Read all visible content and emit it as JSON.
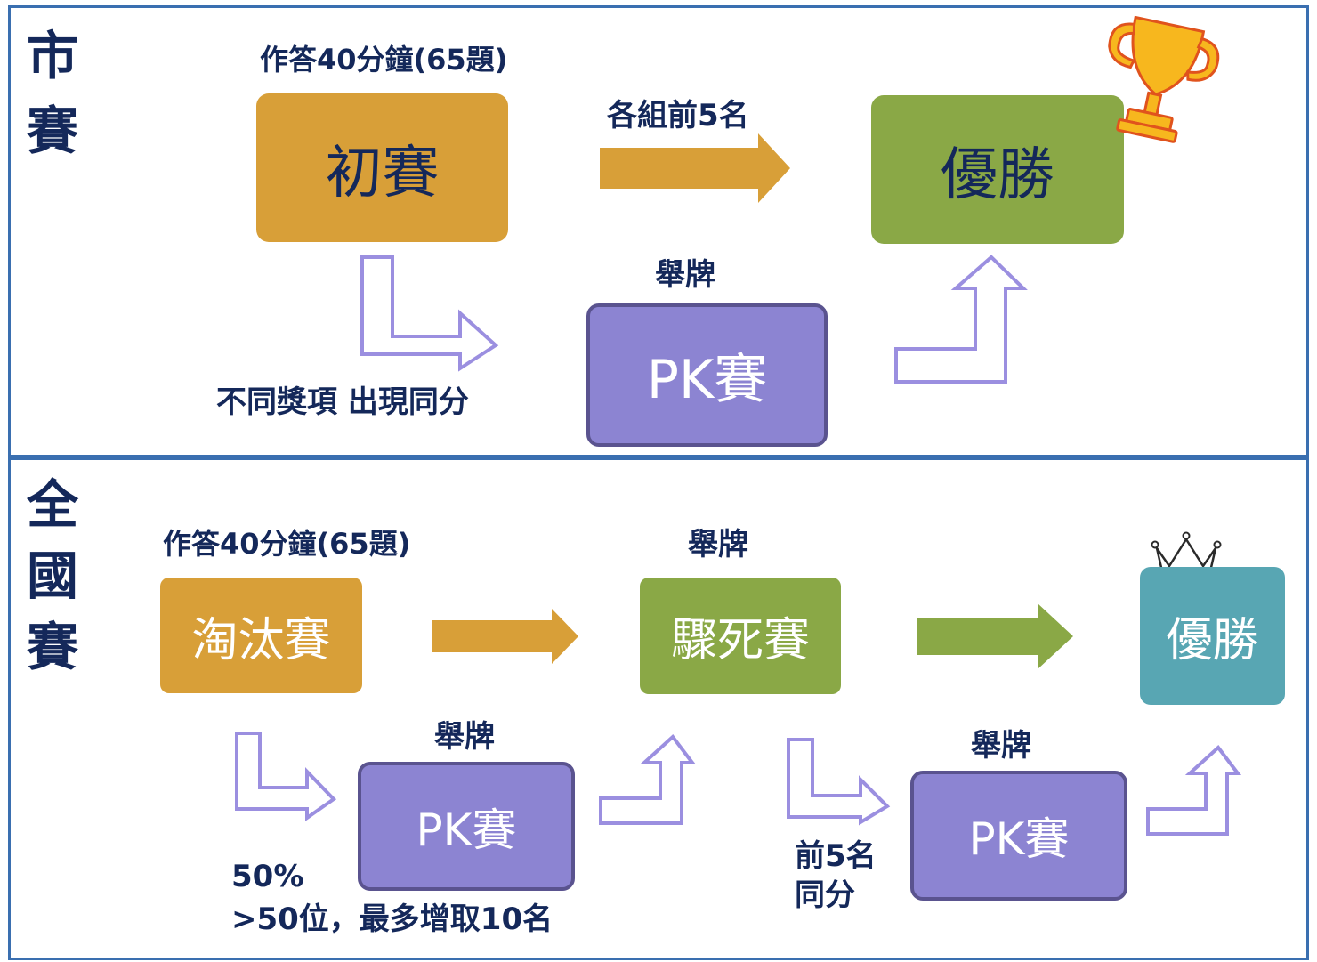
{
  "city": {
    "title": [
      "市",
      "賽"
    ],
    "time_label": "作答40分鐘(65題)",
    "prelim": "初賽",
    "advance_label": "各組前5名",
    "win": "優勝",
    "raise_label": "舉牌",
    "pk": "PK賽",
    "tie_label": "不同獎項 出現同分",
    "trophy_icon": "trophy-icon"
  },
  "national": {
    "title": [
      "全",
      "國",
      "賽"
    ],
    "time_label": "作答40分鐘(65題)",
    "elim": "淘汰賽",
    "raise_label_top": "舉牌",
    "sudden": "驟死賽",
    "win": "優勝",
    "raise_label_1": "舉牌",
    "pk_1": "PK賽",
    "note_line1": "50%",
    "note_line2": ">50位，最多增取10名",
    "tie_line1": "前5名",
    "tie_line2": "同分",
    "raise_label_2": "舉牌",
    "pk_2": "PK賽",
    "crown_icon": "crown-icon"
  },
  "colors": {
    "border": "#3a6fb0",
    "title_text": "#14285a",
    "gold": "#d89f38",
    "green": "#8aa846",
    "teal": "#58a6b3",
    "purple": "#8c84d2",
    "outline_arrow": "#9b8fe0"
  }
}
